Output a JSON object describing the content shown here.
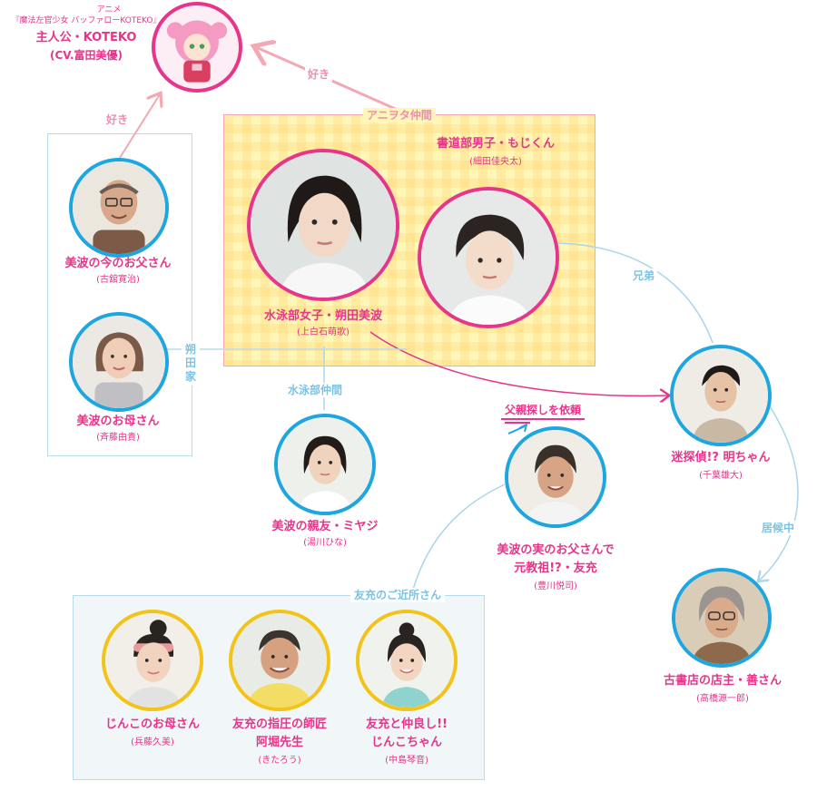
{
  "characters": {
    "koteko": {
      "anime": "アニメ",
      "title": "『魔法左官少女 バッファローKOTEKO』",
      "name": "主人公・KOTEKO",
      "actor": "(CV.富田美優)"
    },
    "father_now": {
      "name": "美波の今のお父さん",
      "actor": "(古舘寛治)"
    },
    "mother": {
      "name": "美波のお母さん",
      "actor": "(斉藤由貴)"
    },
    "minami": {
      "name": "水泳部女子・朔田美波",
      "actor": "(上白石萌歌)"
    },
    "moji": {
      "name": "書道部男子・もじくん",
      "actor": "(細田佳央太)"
    },
    "miyaji": {
      "name": "美波の親友・ミヤジ",
      "actor": "(湯川ひな)"
    },
    "akira": {
      "name": "迷探偵!? 明ちゃん",
      "actor": "(千葉雄大)"
    },
    "tomomitsu": {
      "name1": "美波の実のお父さんで",
      "name2": "元教祖!?・友充",
      "actor": "(豊川悦司)"
    },
    "zen": {
      "name": "古書店の店主・善さん",
      "actor": "(高橋源一郎)"
    },
    "jinko_mother": {
      "name": "じんこのお母さん",
      "actor": "(兵藤久美)"
    },
    "abori": {
      "name1": "友充の指圧の師匠",
      "name2": "阿堀先生",
      "actor": "(きたろう)"
    },
    "jinko": {
      "name1": "友充と仲良し!!",
      "name2": "じんこちゃん",
      "actor": "(中島琴音)"
    }
  },
  "relations": {
    "like_father": "好き",
    "like_moji": "好き",
    "anime_group": "アニヲタ仲間",
    "family": "朔田家",
    "swim_group": "水泳部仲間",
    "request": "父親探しを依頼",
    "brothers": "兄弟",
    "staying": "居候中",
    "neighbors": "友充のご近所さん"
  },
  "colors": {
    "pink": "#e6358b",
    "blue": "#1ea6e0",
    "yellow": "#f2c318",
    "line_blue": "#a9d6ea",
    "line_pink": "#f3a9b3"
  }
}
